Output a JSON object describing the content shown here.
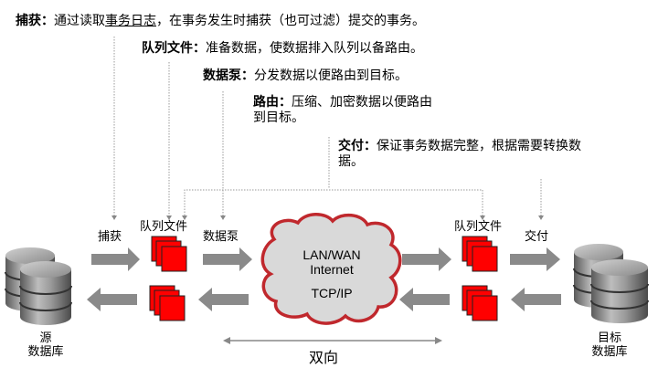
{
  "descriptions": {
    "capture": {
      "term": "捕获：",
      "before": "通过读取",
      "link": "事务日志",
      "after": "，在事务发生时捕获（也可过滤）提交的事务。"
    },
    "trail": {
      "term": "队列文件：",
      "text": "准备数据，使数据排入队列以备路由。"
    },
    "pump": {
      "term": "数据泵：",
      "text": "分发数据以便路由到目标。"
    },
    "route": {
      "term": "路由：",
      "line1": "压缩、加密数据以便路由",
      "line2": "到目标。"
    },
    "deliver": {
      "term": "交付：",
      "line1": "保证事务数据完整，根据需要转换数",
      "line2": "据。"
    }
  },
  "labels": {
    "capture": "捕获",
    "trail_left": "队列文件",
    "pump": "数据泵",
    "trail_right": "队列文件",
    "deliver": "交付",
    "source_db_line1": "源",
    "source_db_line2": "数据库",
    "target_db_line1": "目标",
    "target_db_line2": "数据库",
    "bidirectional": "双向"
  },
  "cloud": {
    "line1": "LAN/WAN",
    "line2": "Internet",
    "line3": "TCP/IP"
  },
  "colors": {
    "arrow": "#8a8a8a",
    "trail_file": "#ff0000",
    "cloud_fill": "#d9d9d9",
    "cloud_border": "#c0282d",
    "db": "#8c8c8c"
  }
}
